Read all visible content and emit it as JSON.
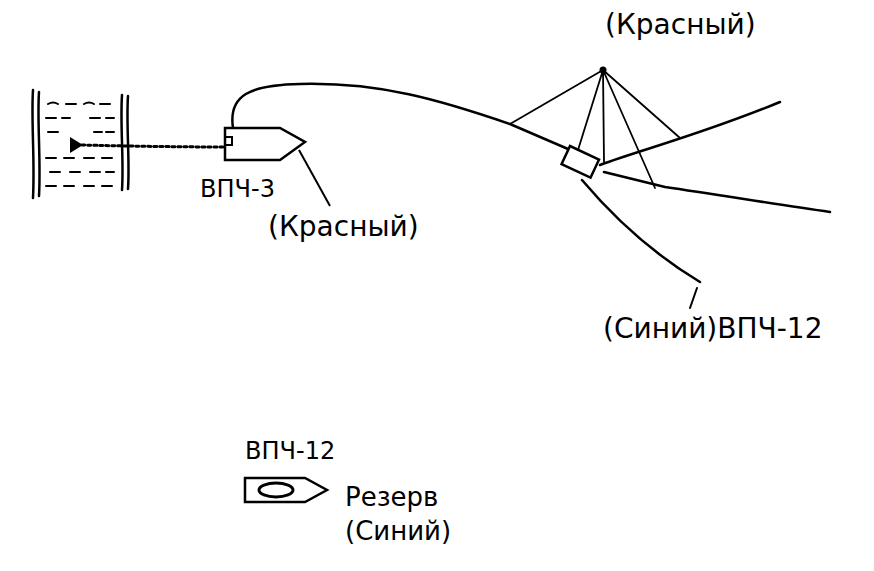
{
  "diagram": {
    "nodes": [
      {
        "text": [
          "ВПЧ-3",
          "(Красный)"
        ]
      },
      {
        "text": [
          "ВПЧ-12",
          "Резерв (Синий)"
        ]
      }
    ],
    "labels": [
      "(Красный)",
      "(Синий)ВПЧ-12"
    ]
  }
}
